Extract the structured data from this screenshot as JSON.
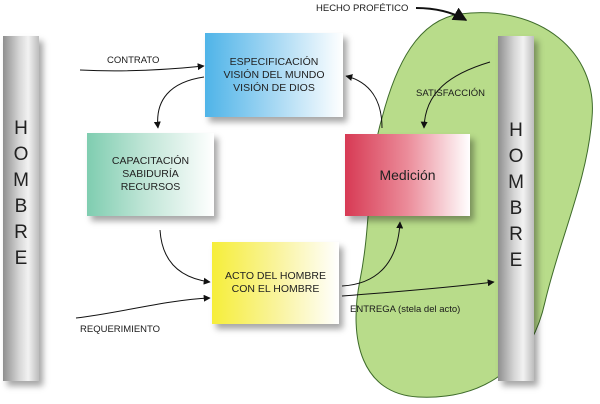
{
  "colors": {
    "blob": "#b8dc8a",
    "blob_stroke": "#3e6b2a",
    "arrow": "#111111"
  },
  "left_pillar": {
    "letters": [
      "H",
      "O",
      "M",
      "B",
      "R",
      "E"
    ]
  },
  "right_pillar": {
    "letters": [
      "H",
      "O",
      "M",
      "B",
      "R",
      "E"
    ]
  },
  "boxes": {
    "especificacion": "ESPECIFICACIÓN\nVISIÓN DEL MUNDO\nVISIÓN DE DIOS",
    "capacitacion": "CAPACITACIÓN\nSABIDURÍA\nRECURSOS",
    "medicion": "Medición",
    "acto": "ACTO DEL HOMBRE\nCON EL HOMBRE"
  },
  "labels": {
    "contrato": "CONTRATO",
    "hecho_profetico": "HECHO PROFÉTICO",
    "satisfaccion": "SATISFACCIÓN",
    "requerimiento": "REQUERIMIENTO",
    "entrega": "ENTREGA (stela del acto)"
  }
}
